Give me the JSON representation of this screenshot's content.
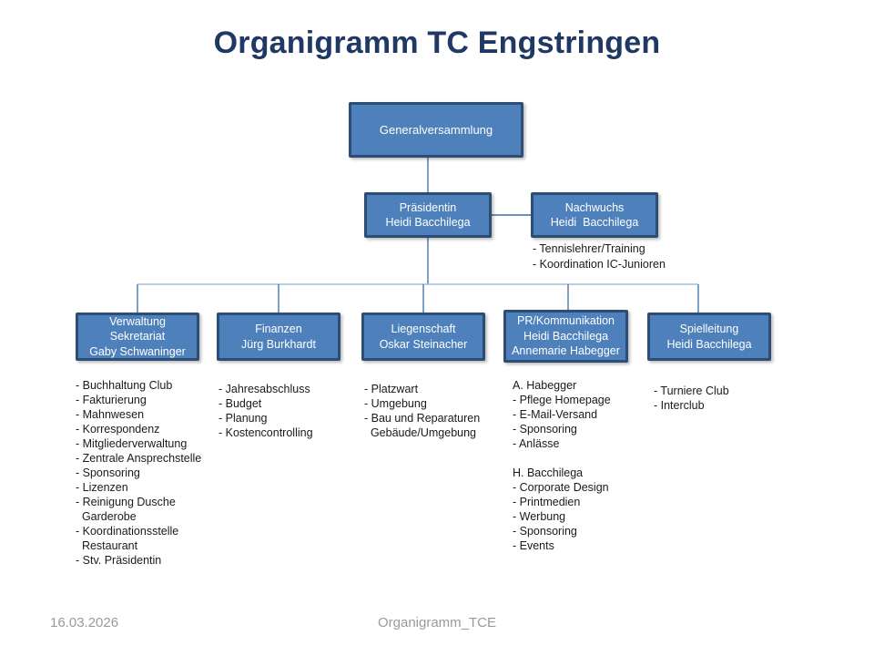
{
  "slide": {
    "title": "Organigramm TC Engstringen",
    "footer": {
      "date": "16.03.2026",
      "filename": "Organigramm_TCE"
    }
  },
  "colors": {
    "box_fill": "#4E81BB",
    "box_border": "#2C4D74",
    "title_text": "#1F3864",
    "connector_dark": "#4779AC",
    "connector_light": "#A3BEDC",
    "footer_text": "#9A9A9A"
  },
  "chart": {
    "root": [
      "Generalversammlung"
    ],
    "president": [
      "Präsidentin",
      "Heidi Bacchilega"
    ],
    "nachwuchs": {
      "box": [
        "Nachwuchs",
        "Heidi  Bacchilega"
      ],
      "tasks": [
        "- Tennislehrer/Training",
        "- Koordination IC-Junioren"
      ]
    },
    "departments": [
      {
        "box": [
          "Verwaltung",
          "Sekretariat",
          "Gaby Schwaninger"
        ],
        "tasks": [
          "- Buchhaltung Club",
          "- Fakturierung",
          "- Mahnwesen",
          "- Korrespondenz",
          "- Mitgliederverwaltung",
          "- Zentrale Ansprechstelle",
          "- Sponsoring",
          "- Lizenzen",
          "- Reinigung Dusche",
          "  Garderobe",
          "- Koordinationsstelle",
          "  Restaurant",
          "- Stv. Präsidentin"
        ]
      },
      {
        "box": [
          "Finanzen",
          "Jürg Burkhardt"
        ],
        "tasks": [
          "- Jahresabschluss",
          "- Budget",
          "- Planung",
          "- Kostencontrolling"
        ]
      },
      {
        "box": [
          "Liegenschaft",
          "Oskar Steinacher"
        ],
        "tasks": [
          "- Platzwart",
          "- Umgebung",
          "- Bau und Reparaturen",
          "  Gebäude/Umgebung"
        ]
      },
      {
        "box": [
          "PR/Kommunikation",
          "Heidi Bacchilega",
          "Annemarie Habegger"
        ],
        "tasks": [
          "A. Habegger",
          "- Pflege Homepage",
          "- E-Mail-Versand",
          "- Sponsoring",
          "- Anlässe",
          "",
          "H. Bacchilega",
          "- Corporate Design",
          "- Printmedien",
          "- Werbung",
          "- Sponsoring",
          "- Events"
        ]
      },
      {
        "box": [
          "Spielleitung",
          "Heidi Bacchilega"
        ],
        "tasks": [
          "- Turniere Club",
          "- Interclub"
        ]
      }
    ]
  }
}
